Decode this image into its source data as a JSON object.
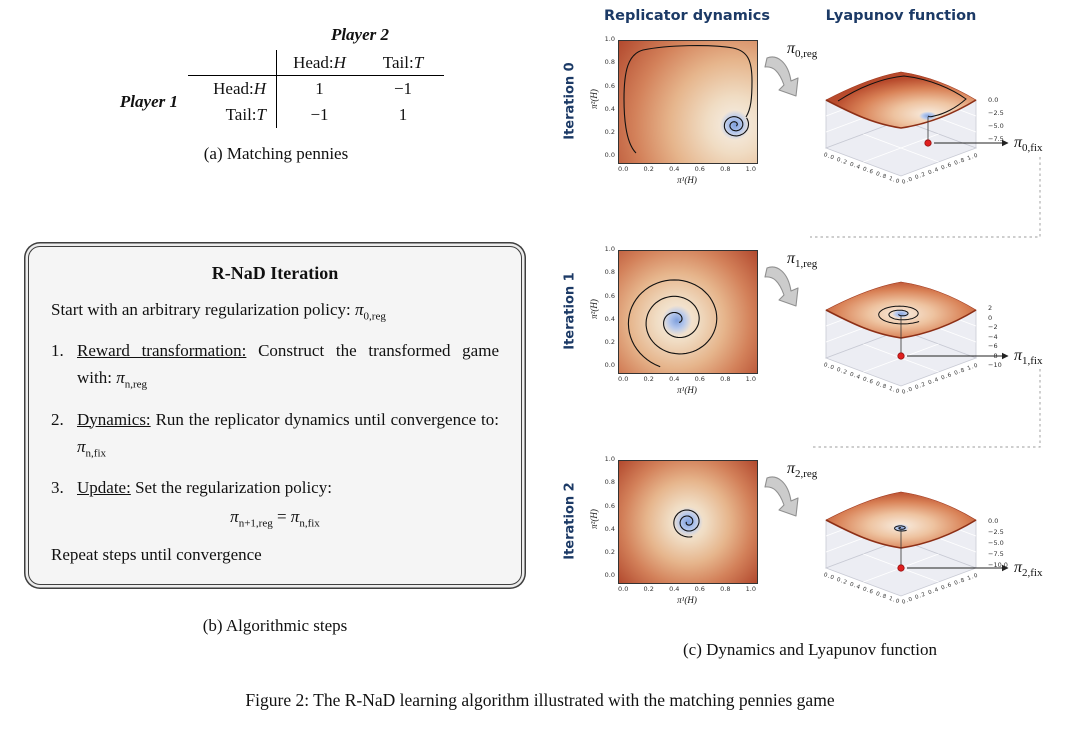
{
  "page": {
    "figure_caption": "Figure 2: The R-NaD learning algorithm illustrated with the matching pennies game"
  },
  "panel_a": {
    "caption": "(a) Matching pennies",
    "player2_label": "Player 2",
    "player1_label": "Player 1",
    "col_headers": [
      {
        "pre": "Head: ",
        "var": "H"
      },
      {
        "pre": "Tail: ",
        "var": "T"
      }
    ],
    "rows": [
      {
        "label_pre": "Head: ",
        "label_var": "H",
        "values": [
          "1",
          "−1"
        ]
      },
      {
        "label_pre": "Tail: ",
        "label_var": "T",
        "values": [
          "−1",
          "1"
        ]
      }
    ]
  },
  "panel_b": {
    "caption": "(b) Algorithmic steps",
    "title": "R-NaD Iteration",
    "pi": "π",
    "intro_text": "Start with an arbitrary regularization policy: ",
    "intro_sub": "0,reg",
    "steps": [
      {
        "num": "1.",
        "underline": "Reward transformation:",
        "text": "Construct the transformed game with: ",
        "sub": "n,reg"
      },
      {
        "num": "2.",
        "underline": "Dynamics:",
        "text": "Run the replicator dynamics until convergence to: ",
        "sub": "n,fix"
      },
      {
        "num": "3.",
        "underline": "Update:",
        "text": "Set the regularization policy:"
      }
    ],
    "equation": {
      "lhs_sub": "n+1,reg",
      "equals": "=",
      "rhs_sub": "n,fix"
    },
    "outro": "Repeat steps until convergence"
  },
  "panel_c": {
    "caption": "(c) Dynamics and Lyapunov function",
    "header_replicator": "Replicator dynamics",
    "header_lyapunov": "Lyapunov function",
    "xlabel": "π¹(H)",
    "ylabel": "π²(H)",
    "xticks": [
      "0.0",
      "0.2",
      "0.4",
      "0.6",
      "0.8",
      "1.0"
    ],
    "yticks": [
      "1.0",
      "0.8",
      "0.6",
      "0.4",
      "0.2",
      "0.0"
    ],
    "ticks3d": [
      "0.0",
      "0.2",
      "0.4",
      "0.6",
      "0.8",
      "1.0"
    ],
    "pi": "π",
    "rows": [
      {
        "iteration": "Iteration 0",
        "reg_sub": "0,reg",
        "fix_sub": "0,fix",
        "zticks": [
          "0.0",
          "−2.5",
          "−5.0",
          "−7.5"
        ]
      },
      {
        "iteration": "Iteration 1",
        "reg_sub": "1,reg",
        "fix_sub": "1,fix",
        "zticks": [
          "2",
          "0",
          "−2",
          "−4",
          "−6",
          "−8",
          "−10"
        ]
      },
      {
        "iteration": "Iteration 2",
        "reg_sub": "2,reg",
        "fix_sub": "2,fix",
        "zticks": [
          "0.0",
          "−2.5",
          "−5.0",
          "−7.5",
          "−10.0"
        ]
      }
    ]
  }
}
